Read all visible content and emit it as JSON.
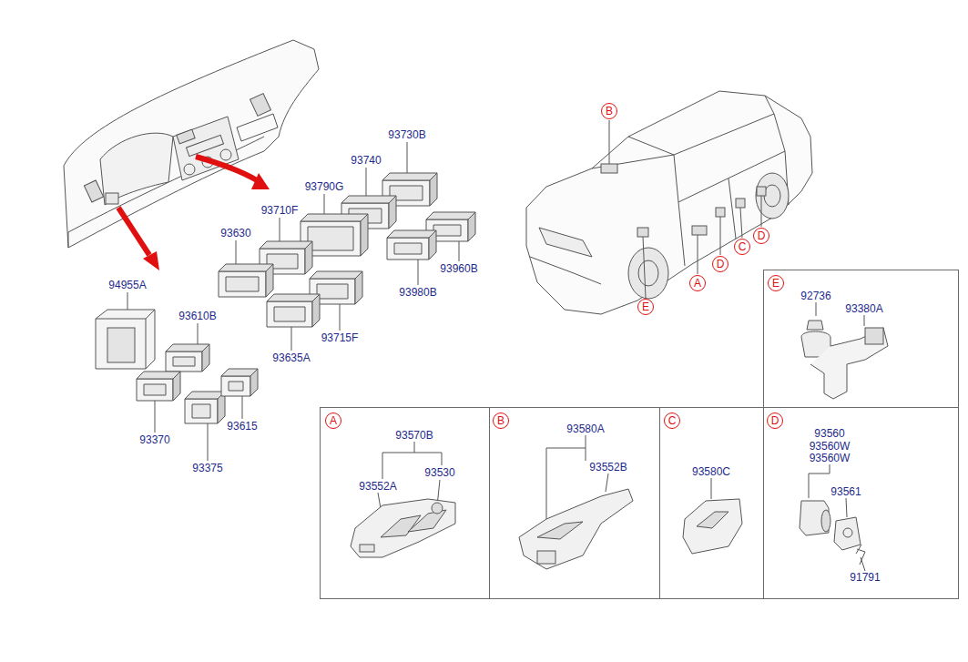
{
  "diagram": {
    "nodes": [
      {
        "text": [
          "B"
        ]
      },
      {
        "text": [
          "D"
        ]
      },
      {
        "text": [
          "C"
        ]
      },
      {
        "text": [
          "D"
        ]
      },
      {
        "text": [
          "A"
        ]
      },
      {
        "text": [
          "E"
        ]
      },
      {
        "text": [
          "92736",
          "93380A"
        ]
      },
      {
        "text": [
          "E"
        ],
        "in": 6
      },
      {
        "text": [
          "93570B",
          "93552A",
          "93530"
        ]
      },
      {
        "text": [
          "A"
        ],
        "in": 8
      },
      {
        "text": [
          "93580A",
          "93552B"
        ]
      },
      {
        "text": [
          "B"
        ],
        "in": 10
      },
      {
        "text": [
          "93580C"
        ]
      },
      {
        "text": [
          "C"
        ],
        "in": 12
      },
      {
        "text": [
          "93560",
          "93560W",
          "93560W",
          "93561",
          "91791"
        ]
      },
      {
        "text": [
          "D"
        ],
        "in": 14
      }
    ],
    "edges": [],
    "labels": [
      "93730B",
      "93740",
      "93790G",
      "93710F",
      "93630",
      "93960B",
      "93980B",
      "93715F",
      "93635A",
      "94955A",
      "93610B",
      "93370",
      "93615",
      "93375"
    ]
  }
}
